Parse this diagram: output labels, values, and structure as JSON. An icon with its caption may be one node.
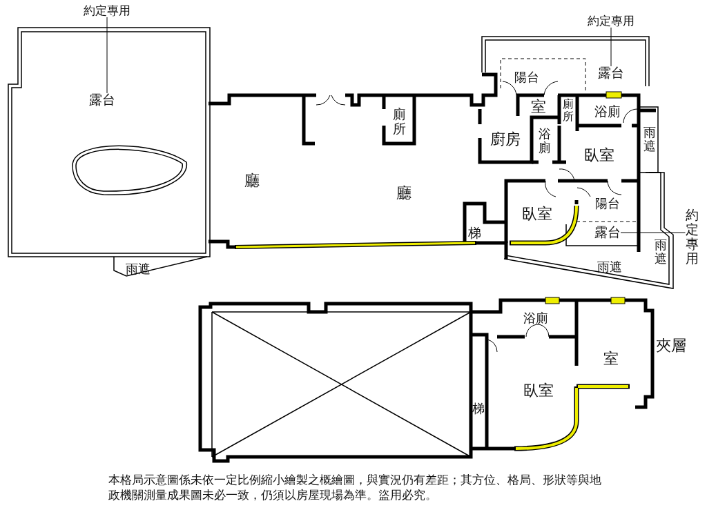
{
  "diagram": {
    "caption": "本格局示意圖係未依一定比例縮小繪製之概繪圖，與實況仍有差距；其方位、格局、形狀等與地政機關測量成果圖未必一致，仍須以房屋現場為準。盜用必究。",
    "nodes": [
      {
        "text": [
          "約定專用"
        ]
      },
      {
        "text": [
          "露台"
        ]
      },
      {
        "text": [
          "約定專用"
        ]
      },
      {
        "text": [
          "露台"
        ]
      },
      {
        "text": [
          "約定專用"
        ]
      },
      {
        "text": [
          "露台"
        ]
      }
    ],
    "edges": [
      {
        "from": 0,
        "to": 1,
        "arrow": "none"
      },
      {
        "from": 2,
        "to": 3,
        "arrow": "none"
      },
      {
        "from": 4,
        "to": 5,
        "arrow": "none"
      }
    ],
    "labels": [
      "廳",
      "廳",
      "廁所",
      "陽台",
      "室",
      "廁所",
      "浴廁",
      "廚房",
      "浴廁",
      "臥室",
      "雨遮",
      "梯",
      "臥室",
      "陽台",
      "雨遮",
      "雨遮",
      "雨遮",
      "浴廁",
      "夾層",
      "室",
      "臥室",
      "梯"
    ]
  }
}
